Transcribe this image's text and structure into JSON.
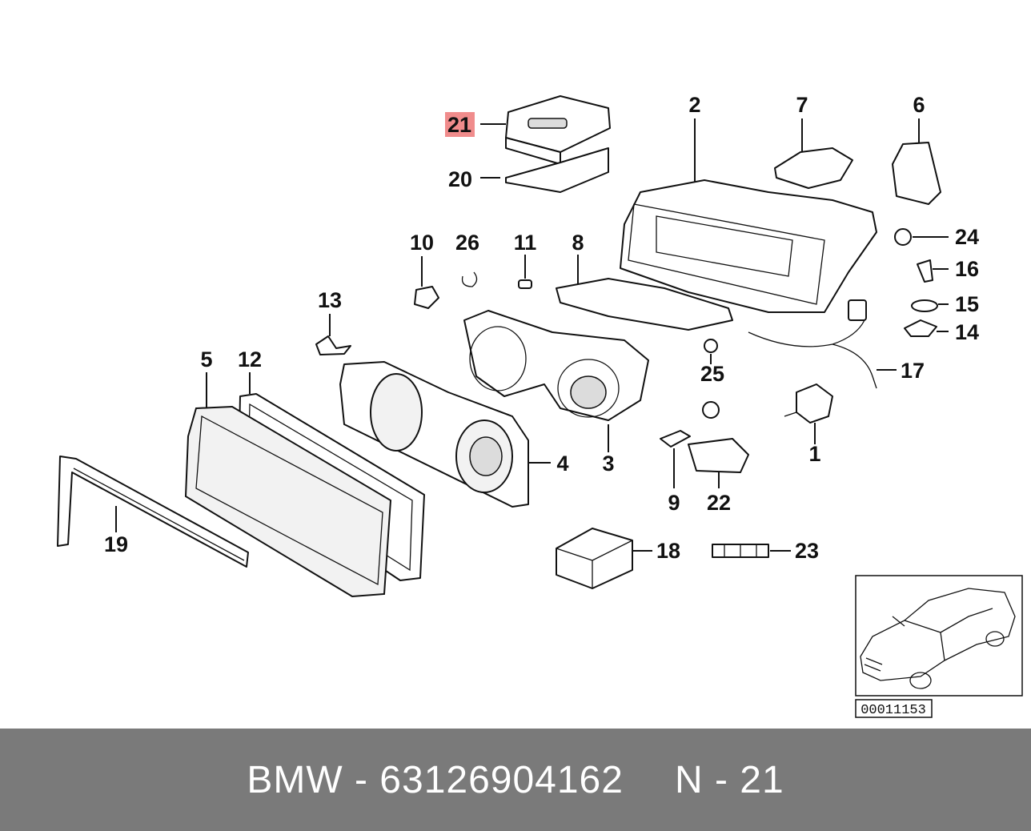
{
  "diagram": {
    "highlight_color": "#f08c8c",
    "highlighted_part": "21",
    "callouts": [
      "1",
      "2",
      "3",
      "4",
      "5",
      "6",
      "7",
      "8",
      "9",
      "10",
      "11",
      "12",
      "13",
      "14",
      "15",
      "16",
      "17",
      "18",
      "19",
      "20",
      "21",
      "22",
      "23",
      "24",
      "25",
      "26"
    ],
    "reference_code": "00011153",
    "icons": [
      "headlight-assembly-line-art",
      "car-locator-icon"
    ]
  },
  "footer": {
    "brand": "BMW",
    "separator": "-",
    "part_number": "63126904162",
    "position_prefix": "N",
    "position_number": "21"
  },
  "colors": {
    "footer_background": "#7a7a7a",
    "footer_text": "#ffffff"
  }
}
